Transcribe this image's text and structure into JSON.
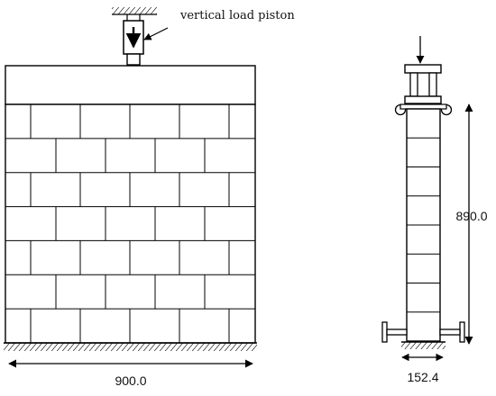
{
  "labels": {
    "piston": "vertical load piston",
    "wall_length": "900.0",
    "wall_height": "890.0",
    "wall_thickness": "152.4"
  }
}
